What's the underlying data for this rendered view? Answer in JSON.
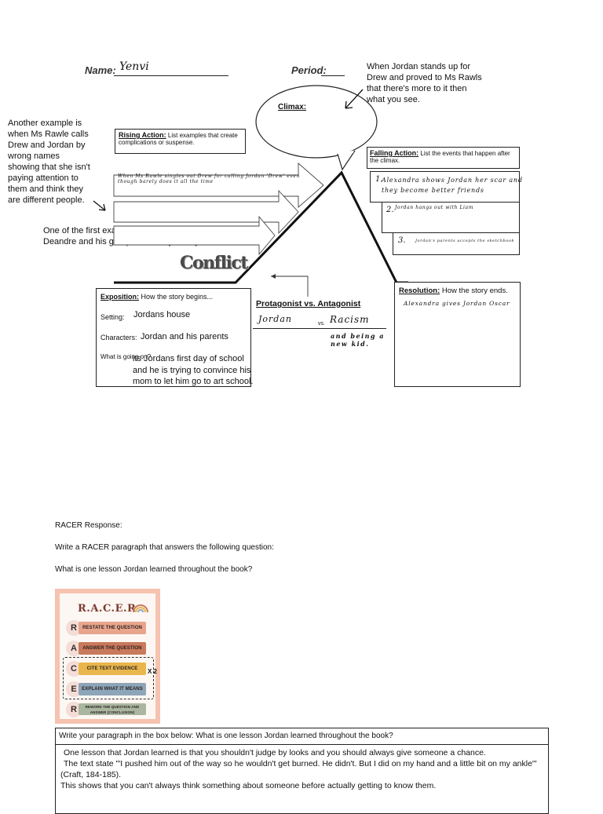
{
  "header": {
    "name_label": "Name:",
    "name_value": "Yenvi",
    "period_label": "Period:"
  },
  "annotations": {
    "climax_note": "When Jordan stands up for Drew and proved to Ms Rawls that there's more to it then what you see.",
    "left_note": "Another example is when Ms Rawle calls Drew and Jordan by wrong names showing that she isn't paying attention to them and think they are different people.",
    "racism_note": "One of the first examples of racism seen by Jordan is when Deandre and his group call Maury Maury-O"
  },
  "plot": {
    "climax_title": "Climax:",
    "rising_title": "Rising Action:",
    "rising_desc": "List examples that create complications or suspense.",
    "rising_1": "When Ms Rawle singles out Drew for calling Jordan 'Drew' even though barely does it all the time",
    "falling_title": "Falling Action:",
    "falling_desc": "List the events that happen after the climax.",
    "falling_1_num": "1.",
    "falling_1": "Alexandra shows Jordan her scar and they become better friends",
    "falling_2_num": "2.",
    "falling_2": "Jordan hangs out with Liam",
    "falling_3_num": "3.",
    "falling_3": "Jordan's parents accepts the sketchbook",
    "conflict_label": "Conflict",
    "exposition_title": "Exposition:",
    "exposition_desc": "How the story begins...",
    "setting_label": "Setting:",
    "setting_value": "Jordans house",
    "characters_label": "Characters:",
    "characters_value": "Jordan and his parents",
    "going_on_label": "What is going on?",
    "going_on_value": "its Jordans first day of school and he is trying to convince his mom to let him go to art school.",
    "protagonist_title": "Protagonist vs. Antagonist",
    "protagonist_value": "Jordan",
    "vs_label": "vs.",
    "antagonist_value": "Racism",
    "antagonist_extra": "and being a new kid.",
    "resolution_title": "Resolution:",
    "resolution_desc": "How the story ends.",
    "resolution_value": "Alexandra gives Jordan Oscar"
  },
  "racer": {
    "heading": "RACER Response:",
    "instruction": "Write a RACER paragraph that answers the following question:",
    "question": "What is one lesson Jordan learned throughout the book?",
    "poster_title": "R.A.C.E.R",
    "rows": [
      {
        "letter": "R",
        "text": "RESTATE THE QUESTION"
      },
      {
        "letter": "A",
        "text": "ANSWER THE QUESTION"
      },
      {
        "letter": "C",
        "text": "CITE TEXT EVIDENCE"
      },
      {
        "letter": "E",
        "text": "EXPLAIN WHAT IT MEANS"
      },
      {
        "letter": "R",
        "text": "REWORD THE QUESTION AND ANSWER (CONCLUSION)"
      }
    ],
    "repeat_label": "X 2",
    "answer_prompt": "Write your paragraph in the box below: What is one lesson Jordan learned throughout the book?",
    "answer_line1": "One lesson that Jordan learned is that you shouldn't judge by looks and you should always give someone a chance.",
    "answer_line2": "The text state \"'I pushed him out of the way so he wouldn't get burned. He didn't. But I did on my hand and a little bit on my ankle'\"(Craft, 184-185).",
    "answer_line3": "This shows that you can't always think something about someone before actually getting to know them."
  },
  "colors": {
    "restate": "#e9a58b",
    "answer": "#c9795c",
    "cite": "#e8b64c",
    "explain": "#8da5b8",
    "reword": "#aab6a0",
    "poster_bg": "#f5c3b0",
    "poster_inner": "#fdf7f3"
  }
}
